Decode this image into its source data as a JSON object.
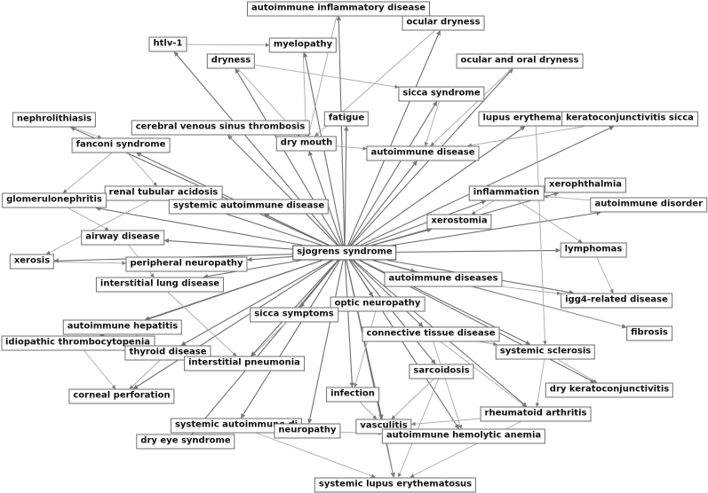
{
  "diagram": {
    "type": "network-graph",
    "nodes": [
      {
        "id": "sjogrens",
        "label": "sjogrens syndrome"
      },
      {
        "id": "aid_inflam",
        "label": "autoimmune inflammatory disease"
      },
      {
        "id": "ocular_dry",
        "label": "ocular dryness"
      },
      {
        "id": "htlv",
        "label": "htlv-1"
      },
      {
        "id": "myelopathy",
        "label": "myelopathy"
      },
      {
        "id": "dryness",
        "label": "dryness"
      },
      {
        "id": "ocular_oral",
        "label": "ocular and oral dryness"
      },
      {
        "id": "sicca_syn",
        "label": "sicca syndrome"
      },
      {
        "id": "nephro",
        "label": "nephrolithiasis"
      },
      {
        "id": "fatigue",
        "label": "fatigue"
      },
      {
        "id": "cvst",
        "label": "cerebral venous sinus thrombosis"
      },
      {
        "id": "lupus_ery",
        "label": "lupus erythematosus"
      },
      {
        "id": "kerato_sicca",
        "label": "keratoconjunctivitis sicca"
      },
      {
        "id": "dry_mouth",
        "label": "dry mouth"
      },
      {
        "id": "fanconi",
        "label": "fanconi syndrome"
      },
      {
        "id": "autoimmune_disease",
        "label": "autoimmune disease"
      },
      {
        "id": "rta",
        "label": "renal tubular acidosis"
      },
      {
        "id": "inflammation",
        "label": "inflammation"
      },
      {
        "id": "xerophthalmia",
        "label": "xerophthalmia"
      },
      {
        "id": "glomerulo",
        "label": "glomerulonephritis"
      },
      {
        "id": "sys_aid",
        "label": "systemic autoimmune disease"
      },
      {
        "id": "aid_disorder",
        "label": "autoimmune disorder"
      },
      {
        "id": "xerostomia",
        "label": "xerostomia"
      },
      {
        "id": "airway",
        "label": "airway disease"
      },
      {
        "id": "lymphomas",
        "label": "lymphomas"
      },
      {
        "id": "xerosis",
        "label": "xerosis"
      },
      {
        "id": "periph_neuro",
        "label": "peripheral neuropathy"
      },
      {
        "id": "aid_diseases",
        "label": "autoimmune diseases"
      },
      {
        "id": "ild",
        "label": "interstitial lung disease"
      },
      {
        "id": "optic_neuro",
        "label": "optic neuropathy"
      },
      {
        "id": "igg4",
        "label": "igg4-related disease"
      },
      {
        "id": "sicca_sym",
        "label": "sicca symptoms"
      },
      {
        "id": "aih",
        "label": "autoimmune hepatitis"
      },
      {
        "id": "fibrosis",
        "label": "fibrosis"
      },
      {
        "id": "ctd",
        "label": "connective tissue disease"
      },
      {
        "id": "itp",
        "label": "idiopathic thrombocytopenia"
      },
      {
        "id": "thyroid",
        "label": "thyroid disease"
      },
      {
        "id": "sys_sclerosis",
        "label": "systemic sclerosis"
      },
      {
        "id": "int_pneumonia",
        "label": "interstitial pneumonia"
      },
      {
        "id": "sarcoidosis",
        "label": "sarcoidosis"
      },
      {
        "id": "dry_kerato",
        "label": "dry keratoconjunctivitis"
      },
      {
        "id": "corneal",
        "label": "corneal perforation"
      },
      {
        "id": "infection",
        "label": "infection"
      },
      {
        "id": "ra",
        "label": "rheumatoid arthritis"
      },
      {
        "id": "sys_aid_di",
        "label": "systemic autoimmune di"
      },
      {
        "id": "neuropathy",
        "label": "neuropathy"
      },
      {
        "id": "vasculitis",
        "label": "vasculitis"
      },
      {
        "id": "aiha",
        "label": "autoimmune hemolytic anemia"
      },
      {
        "id": "dry_eye",
        "label": "dry eye syndrome"
      },
      {
        "id": "sle",
        "label": "systemic lupus erythematosus"
      }
    ],
    "edges": [
      [
        "sjogrens",
        "aid_inflam"
      ],
      [
        "sjogrens",
        "ocular_dry"
      ],
      [
        "sjogrens",
        "htlv"
      ],
      [
        "sjogrens",
        "myelopathy"
      ],
      [
        "sjogrens",
        "dryness"
      ],
      [
        "sjogrens",
        "ocular_oral"
      ],
      [
        "sjogrens",
        "sicca_syn"
      ],
      [
        "sjogrens",
        "nephro"
      ],
      [
        "sjogrens",
        "fatigue"
      ],
      [
        "sjogrens",
        "cvst"
      ],
      [
        "sjogrens",
        "lupus_ery"
      ],
      [
        "sjogrens",
        "kerato_sicca"
      ],
      [
        "sjogrens",
        "dry_mouth"
      ],
      [
        "sjogrens",
        "fanconi"
      ],
      [
        "sjogrens",
        "autoimmune_disease"
      ],
      [
        "sjogrens",
        "rta"
      ],
      [
        "sjogrens",
        "inflammation"
      ],
      [
        "sjogrens",
        "xerophthalmia"
      ],
      [
        "sjogrens",
        "glomerulo"
      ],
      [
        "sjogrens",
        "sys_aid"
      ],
      [
        "sjogrens",
        "aid_disorder"
      ],
      [
        "sjogrens",
        "xerostomia"
      ],
      [
        "sjogrens",
        "airway"
      ],
      [
        "sjogrens",
        "lymphomas"
      ],
      [
        "sjogrens",
        "xerosis"
      ],
      [
        "sjogrens",
        "periph_neuro"
      ],
      [
        "sjogrens",
        "aid_diseases"
      ],
      [
        "sjogrens",
        "ild"
      ],
      [
        "sjogrens",
        "optic_neuro"
      ],
      [
        "sjogrens",
        "igg4"
      ],
      [
        "sjogrens",
        "sicca_sym"
      ],
      [
        "sjogrens",
        "aih"
      ],
      [
        "sjogrens",
        "fibrosis"
      ],
      [
        "sjogrens",
        "ctd"
      ],
      [
        "sjogrens",
        "itp"
      ],
      [
        "sjogrens",
        "thyroid"
      ],
      [
        "sjogrens",
        "sys_sclerosis"
      ],
      [
        "sjogrens",
        "int_pneumonia"
      ],
      [
        "sjogrens",
        "sarcoidosis"
      ],
      [
        "sjogrens",
        "dry_kerato"
      ],
      [
        "sjogrens",
        "corneal"
      ],
      [
        "sjogrens",
        "infection"
      ],
      [
        "sjogrens",
        "ra"
      ],
      [
        "sjogrens",
        "sys_aid_di"
      ],
      [
        "sjogrens",
        "neuropathy"
      ],
      [
        "sjogrens",
        "vasculitis"
      ],
      [
        "sjogrens",
        "aiha"
      ],
      [
        "sjogrens",
        "dry_eye"
      ],
      [
        "sjogrens",
        "sle"
      ],
      [
        "htlv",
        "myelopathy"
      ],
      [
        "myelopathy",
        "dry_mouth"
      ],
      [
        "dryness",
        "dry_mouth"
      ],
      [
        "dryness",
        "sicca_syn"
      ],
      [
        "sicca_syn",
        "autoimmune_disease"
      ],
      [
        "dry_mouth",
        "autoimmune_disease"
      ],
      [
        "ocular_dry",
        "dry_mouth"
      ],
      [
        "aid_inflam",
        "dry_mouth"
      ],
      [
        "nephro",
        "fanconi"
      ],
      [
        "fanconi",
        "rta"
      ],
      [
        "fanconi",
        "glomerulo"
      ],
      [
        "rta",
        "xerosis"
      ],
      [
        "glomerulo",
        "airway"
      ],
      [
        "airway",
        "ild"
      ],
      [
        "xerosis",
        "periph_neuro"
      ],
      [
        "ild",
        "int_pneumonia"
      ],
      [
        "itp",
        "corneal"
      ],
      [
        "thyroid",
        "corneal"
      ],
      [
        "aih",
        "thyroid"
      ],
      [
        "aid_diseases",
        "igg4"
      ],
      [
        "aid_diseases",
        "fibrosis"
      ],
      [
        "ctd",
        "sys_sclerosis"
      ],
      [
        "ctd",
        "aiha"
      ],
      [
        "sys_sclerosis",
        "ra"
      ],
      [
        "sys_sclerosis",
        "dry_kerato"
      ],
      [
        "sarcoidosis",
        "vasculitis"
      ],
      [
        "ra",
        "vasculitis"
      ],
      [
        "infection",
        "vasculitis"
      ],
      [
        "vasculitis",
        "sle"
      ],
      [
        "sys_aid_di",
        "sle"
      ],
      [
        "neuropathy",
        "aiha"
      ],
      [
        "inflammation",
        "xerostomia"
      ],
      [
        "inflammation",
        "lymphomas"
      ],
      [
        "lupus_ery",
        "sys_sclerosis"
      ],
      [
        "kerato_sicca",
        "autoimmune_disease"
      ],
      [
        "lymphomas",
        "igg4"
      ],
      [
        "optic_neuro",
        "infection"
      ],
      [
        "ocular_oral",
        "autoimmune_disease"
      ],
      [
        "sicca_sym",
        "int_pneumonia"
      ],
      [
        "aid_disorder",
        "inflammation"
      ],
      [
        "sarcoidosis",
        "sle"
      ],
      [
        "ctd",
        "ra"
      ],
      [
        "ra",
        "sle"
      ]
    ]
  }
}
